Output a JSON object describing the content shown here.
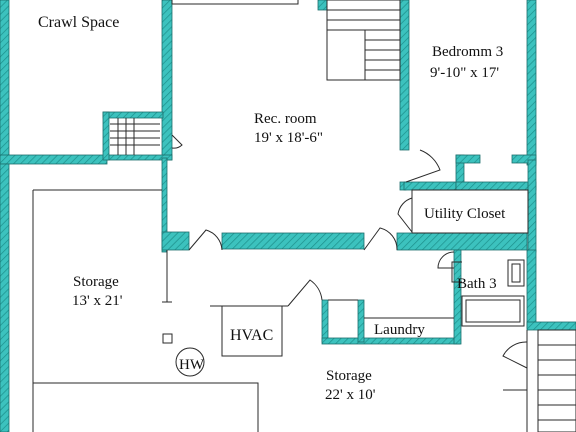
{
  "colors": {
    "wall": "#3cc2be",
    "wall_hatch": "#1c8f8b",
    "background": "#ffffff",
    "line": "#2a2a2a"
  },
  "rooms": {
    "crawl_space": {
      "name": "Crawl Space"
    },
    "rec_room": {
      "name": "Rec. room",
      "size": "19' x 18'-6\""
    },
    "bedroom3": {
      "name": "Bedromm 3",
      "size": "9'-10\" x 17'"
    },
    "utility": {
      "name": "Utility Closet"
    },
    "storage_left": {
      "name": "Storage",
      "size": "13' x 21'"
    },
    "bath3": {
      "name": "Bath 3"
    },
    "laundry": {
      "name": "Laundry"
    },
    "hvac": {
      "name": "HVAC"
    },
    "water_heater": {
      "name": "HW"
    },
    "storage_bottom": {
      "name": "Storage",
      "size": "22' x 10'"
    }
  }
}
